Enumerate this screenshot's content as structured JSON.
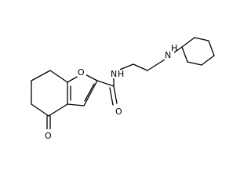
{
  "atom_labels": {
    "n1": "N",
    "n2": "N",
    "h1": "H",
    "h2": "H",
    "o_furan": "O",
    "o_amide": "O",
    "o_ketone": "O"
  }
}
